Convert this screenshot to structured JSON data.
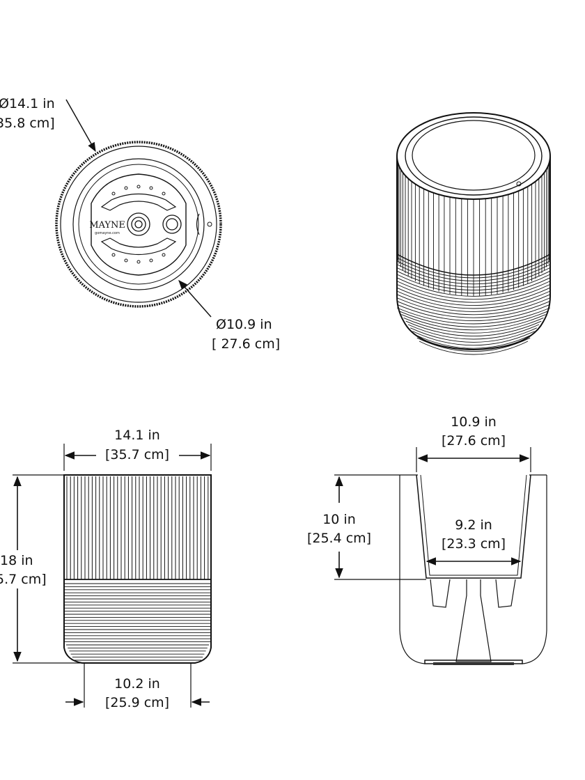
{
  "top_view": {
    "outer_diameter": {
      "imperial": "Ø14.1 in",
      "metric": "35.8 cm]"
    },
    "inner_diameter": {
      "imperial": "Ø10.9 in",
      "metric": "[ 27.6 cm]"
    },
    "logo_text": "MAYNE",
    "logo_url": "gomayne.com"
  },
  "front_view": {
    "top_width": {
      "imperial": "14.1 in",
      "metric": "[35.7 cm]"
    },
    "height": {
      "imperial": "18 in",
      "metric": "5.7 cm]"
    },
    "base_width": {
      "imperial": "10.2 in",
      "metric": "[25.9 cm]"
    }
  },
  "section_view": {
    "insert_top_width": {
      "imperial": "10.9 in",
      "metric": "[27.6 cm]"
    },
    "insert_depth": {
      "imperial": "10 in",
      "metric": "[25.4 cm]"
    },
    "insert_bottom_width": {
      "imperial": "9.2 in",
      "metric": "[23.3 cm]"
    }
  },
  "colors": {
    "line": "#111111",
    "background": "#ffffff"
  }
}
